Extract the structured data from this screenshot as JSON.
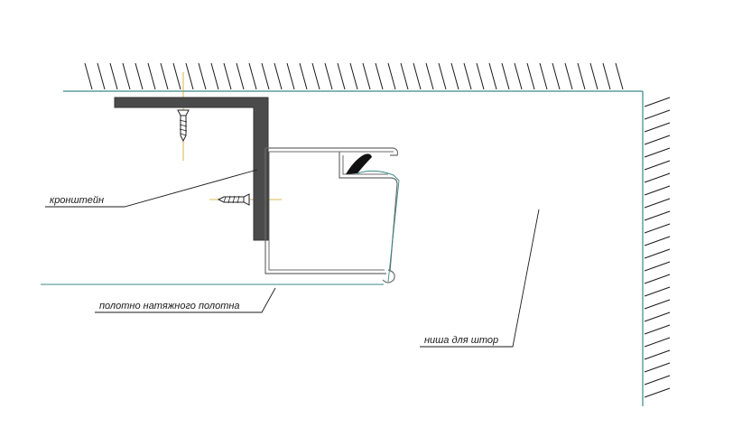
{
  "labels": {
    "bracket": "кронштейн",
    "canvas": "полотно натяжного полотна",
    "niche": "ниша для штор"
  },
  "colors": {
    "wall_line": "#3a8a86",
    "hatch": "#1a1a1a",
    "bracket_fill": "#4b4b4b",
    "profile_stroke": "#6b6b6b",
    "leader": "#1a1a1a",
    "centerline": "#d4a017"
  },
  "icons": {
    "screw_top": "screw-icon",
    "screw_side": "screw-icon",
    "clip": "harpoon-clip-icon"
  }
}
